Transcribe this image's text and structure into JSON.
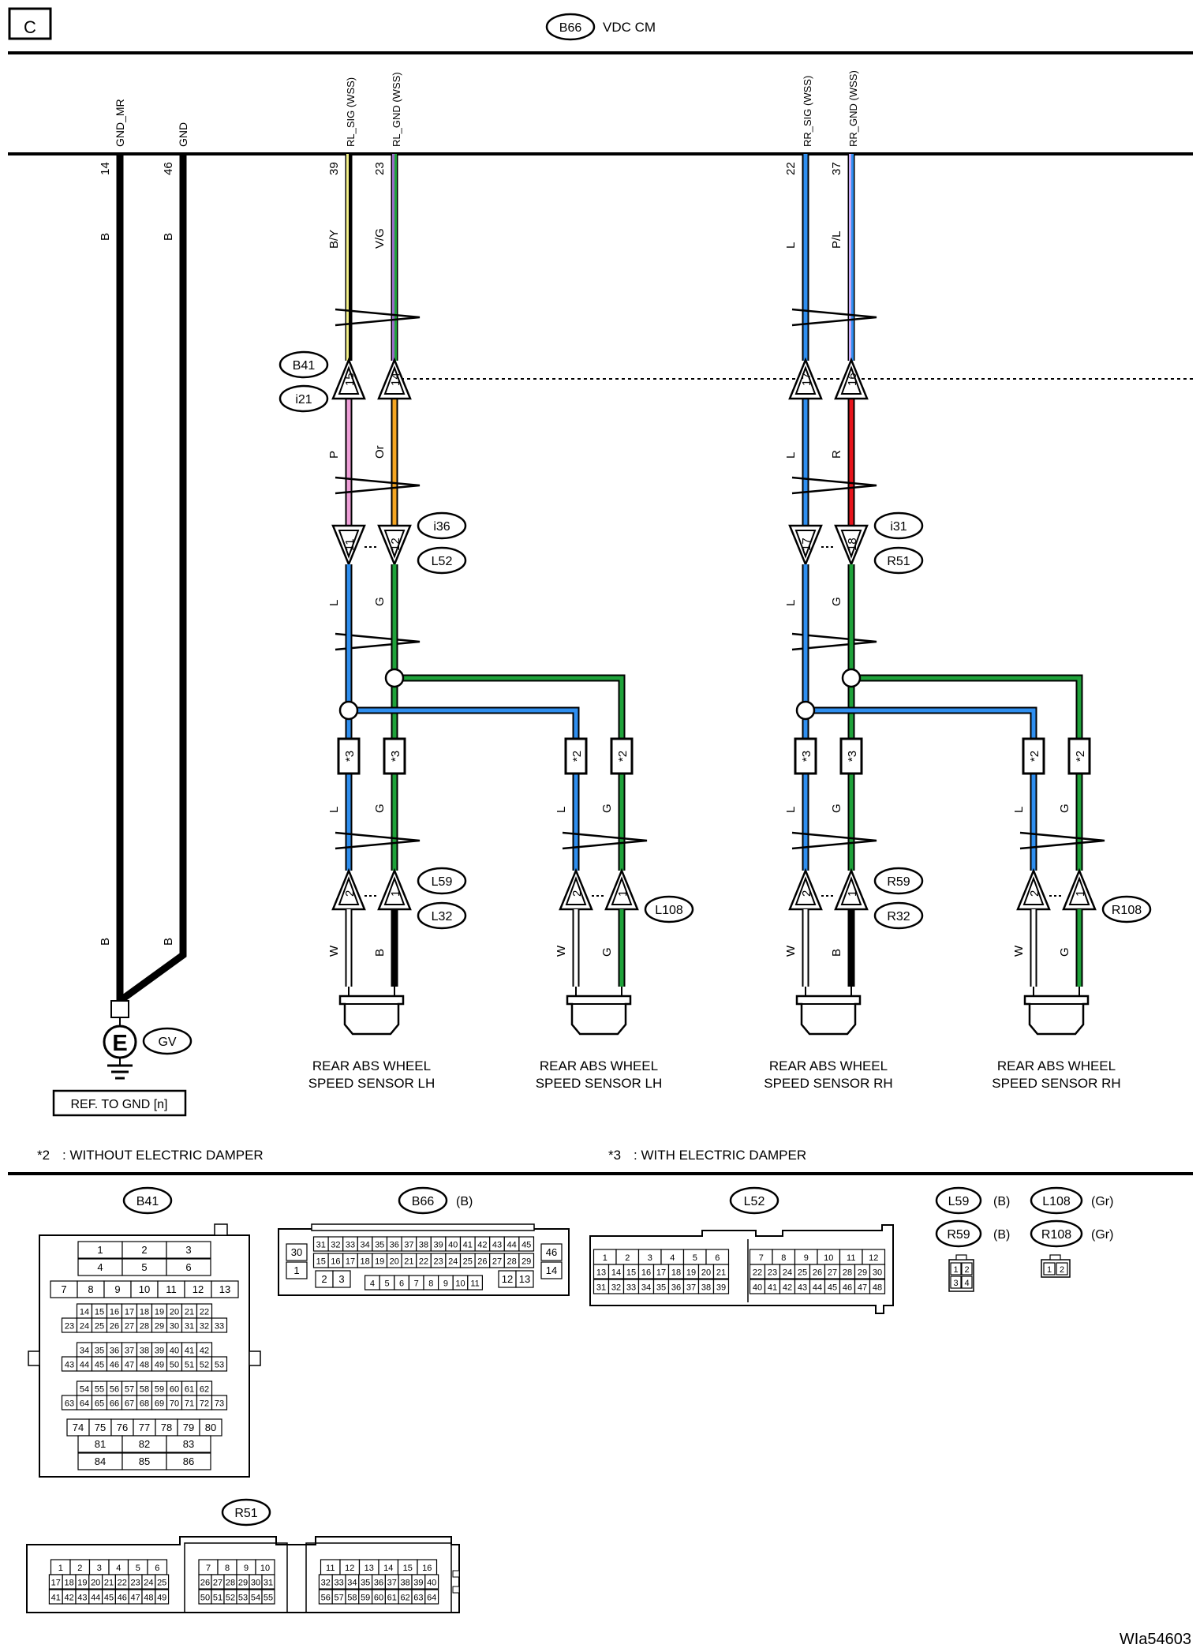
{
  "page_label": "C",
  "module": {
    "connector": "B66",
    "name": "VDC CM"
  },
  "ground": {
    "pins": [
      {
        "name": "GND_MR",
        "pin": "14",
        "color_top": "B",
        "color_bottom": "B",
        "hex": "#000000"
      },
      {
        "name": "GND",
        "pin": "46",
        "color_top": "B",
        "color_bottom": "B",
        "hex": "#000000"
      }
    ],
    "symbol": "E",
    "id": "GV",
    "ref": "REF. TO GND [n]"
  },
  "sides": [
    {
      "connectors": {
        "upper_male": "B41",
        "upper_female": "i21",
        "mid_male": "i36",
        "mid_female": "L52"
      },
      "wires": [
        {
          "signal": "RL_SIG (WSS)",
          "pin": "39",
          "c1": "B/Y",
          "h1": "#f5f28a",
          "j1": "15",
          "c2": "P",
          "h2": "#ee9fd8",
          "j2": "11",
          "c3": "L",
          "h3": "#2f8ff0"
        },
        {
          "signal": "RL_GND (WSS)",
          "pin": "23",
          "c1": "V/G",
          "h1": "#9b6cc8",
          "j1": "14",
          "c2": "Or",
          "h2": "#f5a623",
          "j2": "12",
          "c3": "G",
          "h3": "#1fa23a"
        }
      ],
      "branches": [
        {
          "star": "*3",
          "conn": [
            "L59",
            "L32"
          ],
          "sig": {
            "c_top": "L",
            "pin": "2",
            "c_bot": "W",
            "h_bot": "#ffffff"
          },
          "gnd": {
            "c_top": "G",
            "pin": "1",
            "c_bot": "B",
            "h_bot": "#000000"
          },
          "label": [
            "REAR ABS WHEEL",
            "SPEED SENSOR LH"
          ]
        },
        {
          "star": "*2",
          "conn": [
            "L108"
          ],
          "sig": {
            "c_top": "L",
            "pin": "2",
            "c_bot": "W",
            "h_bot": "#ffffff"
          },
          "gnd": {
            "c_top": "G",
            "pin": "1",
            "c_bot": "G",
            "h_bot": "#1fa23a"
          },
          "label": [
            "REAR ABS WHEEL",
            "SPEED SENSOR LH"
          ]
        }
      ]
    },
    {
      "connectors": {
        "upper_male": "",
        "upper_female": "",
        "mid_male": "i31",
        "mid_female": "R51"
      },
      "wires": [
        {
          "signal": "RR_SIG (WSS)",
          "pin": "22",
          "c1": "L",
          "h1": "#2f8ff0",
          "j1": "17",
          "c2": "L",
          "h2": "#2f8ff0",
          "j2": "17",
          "c3": "L",
          "h3": "#2f8ff0"
        },
        {
          "signal": "RR_GND (WSS)",
          "pin": "37",
          "c1": "P/L",
          "h1": "#c7a8f5",
          "j1": "16",
          "c2": "R",
          "h2": "#e8141c",
          "j2": "18",
          "c3": "G",
          "h3": "#1fa23a"
        }
      ],
      "branches": [
        {
          "star": "*3",
          "conn": [
            "R59",
            "R32"
          ],
          "sig": {
            "c_top": "L",
            "pin": "2",
            "c_bot": "W",
            "h_bot": "#ffffff"
          },
          "gnd": {
            "c_top": "G",
            "pin": "1",
            "c_bot": "B",
            "h_bot": "#000000"
          },
          "label": [
            "REAR ABS WHEEL",
            "SPEED SENSOR RH"
          ]
        },
        {
          "star": "*2",
          "conn": [
            "R108"
          ],
          "sig": {
            "c_top": "L",
            "pin": "2",
            "c_bot": "W",
            "h_bot": "#ffffff"
          },
          "gnd": {
            "c_top": "G",
            "pin": "1",
            "c_bot": "G",
            "h_bot": "#1fa23a"
          },
          "label": [
            "REAR ABS WHEEL",
            "SPEED SENSOR RH"
          ]
        }
      ]
    }
  ],
  "notes": [
    {
      "mark": "*2",
      "text": ": WITHOUT ELECTRIC DAMPER"
    },
    {
      "mark": "*3",
      "text": ": WITH ELECTRIC DAMPER"
    }
  ],
  "faces": {
    "B41": {
      "name": "B41",
      "rows": [
        [
          "1",
          "2",
          "3"
        ],
        [
          "4",
          "5",
          "6"
        ],
        [
          "7",
          "8",
          "9",
          "10",
          "11",
          "12",
          "13"
        ],
        [
          "14",
          "15",
          "16",
          "17",
          "18",
          "19",
          "20",
          "21",
          "22"
        ],
        [
          "23",
          "24",
          "25",
          "26",
          "27",
          "28",
          "29",
          "30",
          "31",
          "32",
          "33"
        ],
        [
          "34",
          "35",
          "36",
          "37",
          "38",
          "39",
          "40",
          "41",
          "42"
        ],
        [
          "43",
          "44",
          "45",
          "46",
          "47",
          "48",
          "49",
          "50",
          "51",
          "52",
          "53"
        ],
        [
          "54",
          "55",
          "56",
          "57",
          "58",
          "59",
          "60",
          "61",
          "62"
        ],
        [
          "63",
          "64",
          "65",
          "66",
          "67",
          "68",
          "69",
          "70",
          "71",
          "72",
          "73"
        ],
        [
          "74",
          "75",
          "76",
          "77",
          "78",
          "79",
          "80"
        ],
        [
          "81",
          "82",
          "83"
        ],
        [
          "84",
          "85",
          "86"
        ]
      ]
    },
    "B66": {
      "name": "B66",
      "color": "(B)",
      "row1": [
        "31",
        "32",
        "33",
        "34",
        "35",
        "36",
        "37",
        "38",
        "39",
        "40",
        "41",
        "42",
        "43",
        "44",
        "45"
      ],
      "row2": [
        "15",
        "16",
        "17",
        "18",
        "19",
        "20",
        "21",
        "22",
        "23",
        "24",
        "25",
        "26",
        "27",
        "28",
        "29"
      ],
      "row3": [
        "4",
        "5",
        "6",
        "7",
        "8",
        "9",
        "10",
        "11"
      ],
      "left": [
        "30",
        "1",
        "2",
        "3"
      ],
      "right": [
        "46",
        "14",
        "12",
        "13"
      ]
    },
    "L52": {
      "name": "L52",
      "left": [
        [
          "1",
          "2",
          "3",
          "4",
          "5",
          "6"
        ],
        [
          "13",
          "14",
          "15",
          "16",
          "17",
          "18",
          "19",
          "20",
          "21"
        ],
        [
          "31",
          "32",
          "33",
          "34",
          "35",
          "36",
          "37",
          "38",
          "39"
        ]
      ],
      "right": [
        [
          "7",
          "8",
          "9",
          "10",
          "11",
          "12"
        ],
        [
          "22",
          "23",
          "24",
          "25",
          "26",
          "27",
          "28",
          "29",
          "30"
        ],
        [
          "40",
          "41",
          "42",
          "43",
          "44",
          "45",
          "46",
          "47",
          "48"
        ]
      ]
    },
    "small": [
      {
        "name": "L59",
        "color": "(B)"
      },
      {
        "name": "L108",
        "color": "(Gr)"
      },
      {
        "name": "R59",
        "color": "(B)"
      },
      {
        "name": "R108",
        "color": "(Gr)"
      }
    ],
    "pins4": [
      "1",
      "2",
      "3",
      "4"
    ],
    "pins2": [
      "1",
      "2"
    ],
    "R51": {
      "name": "R51",
      "groups": [
        [
          [
            "1",
            "2",
            "3",
            "4",
            "5",
            "6"
          ],
          [
            "17",
            "18",
            "19",
            "20",
            "21",
            "22",
            "23",
            "24",
            "25"
          ],
          [
            "41",
            "42",
            "43",
            "44",
            "45",
            "46",
            "47",
            "48",
            "49"
          ]
        ],
        [
          [
            "7",
            "8",
            "9",
            "10"
          ],
          [
            "26",
            "27",
            "28",
            "29",
            "30",
            "31"
          ],
          [
            "50",
            "51",
            "52",
            "53",
            "54",
            "55"
          ]
        ],
        [
          [
            "11",
            "12",
            "13",
            "14",
            "15",
            "16"
          ],
          [
            "32",
            "33",
            "34",
            "35",
            "36",
            "37",
            "38",
            "39",
            "40"
          ],
          [
            "56",
            "57",
            "58",
            "59",
            "60",
            "61",
            "62",
            "63",
            "64"
          ]
        ]
      ]
    }
  },
  "footer_code": "WIa54603"
}
